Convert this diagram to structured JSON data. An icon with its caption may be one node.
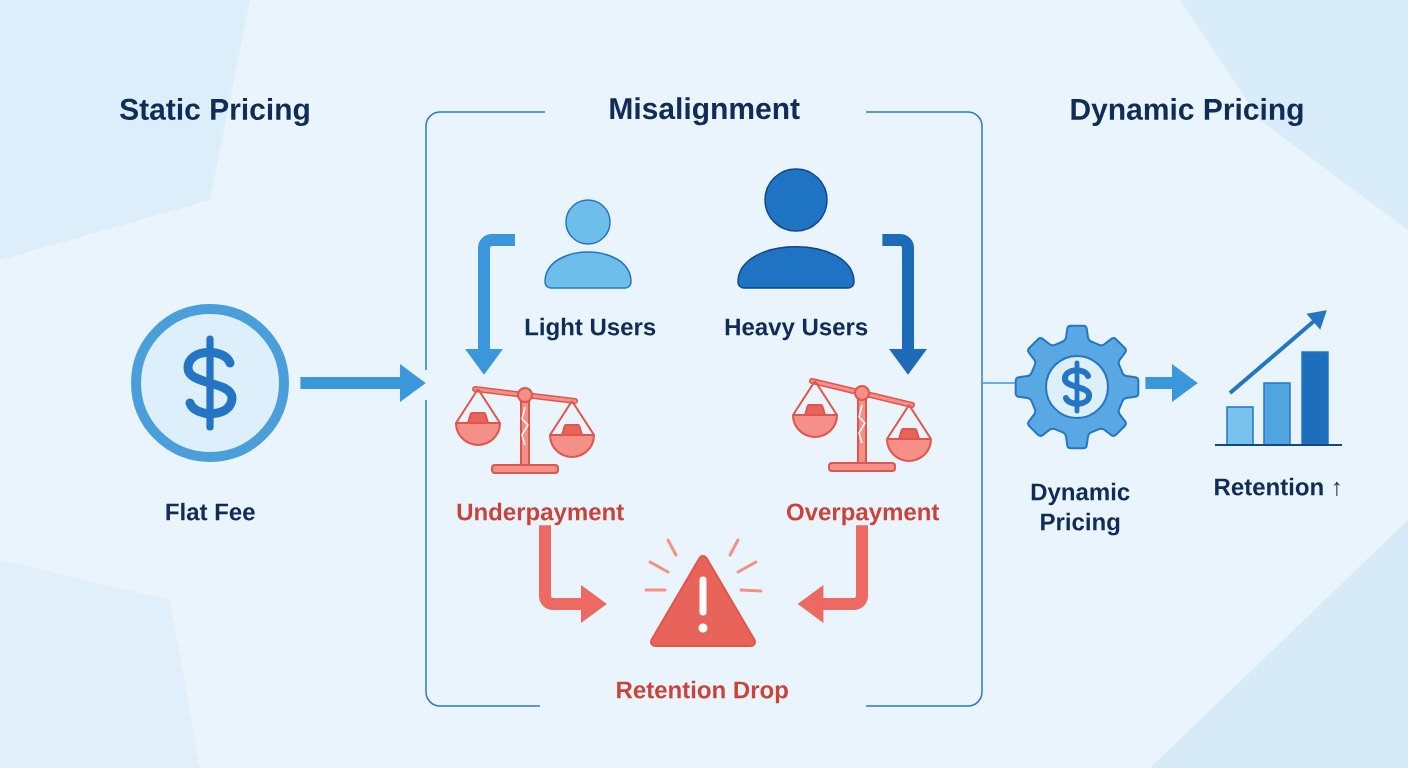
{
  "diagram": {
    "nodes": [
      {
        "text": [
          "Flat Fee"
        ]
      },
      {
        "text": [
          "Misalignment"
        ]
      },
      {
        "text": [
          "Light Users"
        ],
        "in": 1
      },
      {
        "text": [
          "Heavy Users"
        ],
        "in": 1
      },
      {
        "text": [
          "Underpayment"
        ],
        "in": 1
      },
      {
        "text": [
          "Overpayment"
        ],
        "in": 1
      },
      {
        "text": [
          "Retention Drop"
        ],
        "in": 1
      },
      {
        "text": [
          "Dynamic Pricing"
        ]
      },
      {
        "text": [
          "Retention ↑"
        ]
      }
    ],
    "edges": [
      {
        "from": 0,
        "to": 1,
        "arrow": "to"
      },
      {
        "from": 2,
        "to": 4,
        "arrow": "to"
      },
      {
        "from": 3,
        "to": 5,
        "arrow": "to",
        "color": "#1d6bb8"
      },
      {
        "from": 4,
        "to": 6,
        "arrow": "to",
        "color": "#ec6a62"
      },
      {
        "from": 5,
        "to": 6,
        "arrow": "to",
        "color": "#ec6a62"
      },
      {
        "from": 1,
        "to": 7,
        "arrow": "none"
      },
      {
        "from": 7,
        "to": 8,
        "arrow": "to"
      }
    ],
    "labels": [
      "Static Pricing",
      "Dynamic Pricing"
    ]
  }
}
